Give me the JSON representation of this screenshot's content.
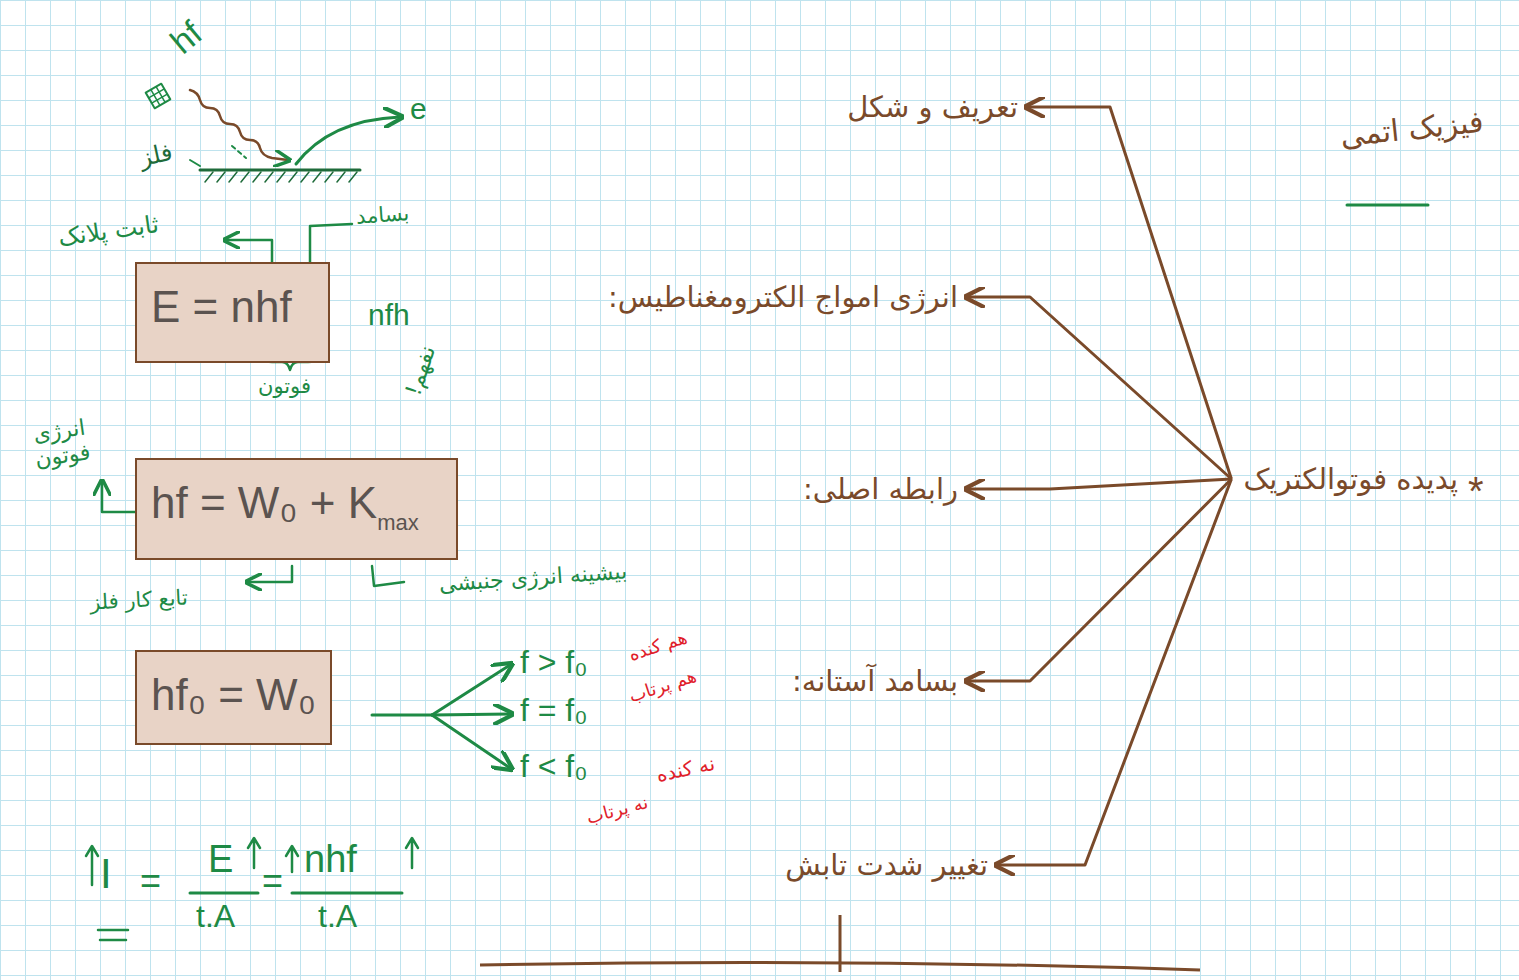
{
  "diagram": {
    "title": "فیزیک اتمی",
    "nodes": [
      {
        "text": [
          "پدیده فوتوالکتریک"
        ]
      },
      {
        "text": [
          "تعریف و شکل"
        ]
      },
      {
        "text": [
          "انرژی امواج الکترومغناطیس:"
        ]
      },
      {
        "text": [
          "رابطه اصلی:"
        ]
      },
      {
        "text": [
          "بسامد آستانه:"
        ]
      },
      {
        "text": [
          "تغییر شدت تابش"
        ]
      },
      {
        "text": [
          "E = nhf"
        ]
      },
      {
        "text": [
          "hf = W₀ + K",
          "max"
        ]
      },
      {
        "text": [
          "hf₀ = W₀"
        ]
      }
    ],
    "edges": [
      {
        "from": 0,
        "to": 1,
        "arrow": "to"
      },
      {
        "from": 0,
        "to": 2,
        "arrow": "to"
      },
      {
        "from": 0,
        "to": 3,
        "arrow": "to"
      },
      {
        "from": 0,
        "to": 4,
        "arrow": "to"
      },
      {
        "from": 0,
        "to": 5,
        "arrow": "to"
      }
    ],
    "labels": [
      "*",
      "hf",
      "e",
      "فلز",
      "بسامد",
      "ثابت پلانک",
      "فوتون",
      "nfh",
      "نفهم!",
      "انرژی فوتون",
      "تابع کار فلز",
      "بیشینه انرژی جنبشی",
      "f > f₀",
      "هم کنده",
      "هم پرتاب",
      "f = f₀",
      "f < f₀",
      "نه کنده",
      "نه پرتاب",
      "I",
      "=",
      "E",
      "t.A",
      "=",
      "nhf",
      "t.A"
    ]
  }
}
